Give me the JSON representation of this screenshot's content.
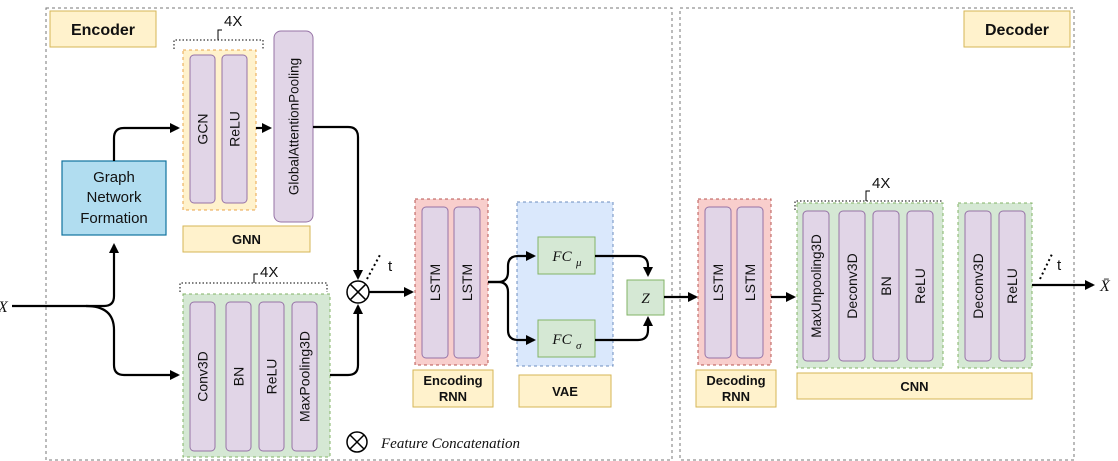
{
  "sections": {
    "encoder": "Encoder",
    "decoder": "Decoder"
  },
  "input_symbol": "X",
  "output_symbol": "X̄",
  "graph_network_formation": [
    "Graph",
    "Network",
    "Formation"
  ],
  "gnn": {
    "repeat": "4X",
    "layers": [
      "GCN",
      "ReLU"
    ],
    "pooling": "GlobalAttentionPooling",
    "label": "GNN"
  },
  "cnn_encoder": {
    "repeat": "4X",
    "layers": [
      "Conv3D",
      "BN",
      "ReLU",
      "MaxPooling3D"
    ]
  },
  "time_mark": "t",
  "encoding_rnn": {
    "layers": [
      "LSTM",
      "LSTM"
    ],
    "label": [
      "Encoding",
      "RNN"
    ]
  },
  "vae": {
    "fc_mu": "FC",
    "mu_sub": "μ",
    "fc_sigma": "FC",
    "sigma_sub": "σ",
    "label": "VAE"
  },
  "latent": "Z",
  "decoding_rnn": {
    "layers": [
      "LSTM",
      "LSTM"
    ],
    "label": [
      "Decoding",
      "RNN"
    ]
  },
  "cnn_decoder": {
    "repeat": "4X",
    "layers": [
      "MaxUnpooling3D",
      "Deconv3D",
      "BN",
      "ReLU"
    ],
    "final_layers": [
      "Deconv3D",
      "ReLU"
    ],
    "label": "CNN"
  },
  "legend": {
    "concat_text": "Feature Concatenation"
  },
  "colors": {
    "yellow_fill": "#fff2cc",
    "yellow_stroke": "#d6b656",
    "purple_fill": "#e1d5e7",
    "purple_stroke": "#9673a6",
    "green_fill": "#d5e8d4",
    "green_stroke": "#82b366",
    "red_fill": "#f8cecc",
    "red_stroke": "#b85450",
    "blue_fill": "#dae8fc",
    "blue_stroke": "#6c8ebf",
    "cyan_fill": "#b1ddf0",
    "cyan_stroke": "#10739e"
  }
}
